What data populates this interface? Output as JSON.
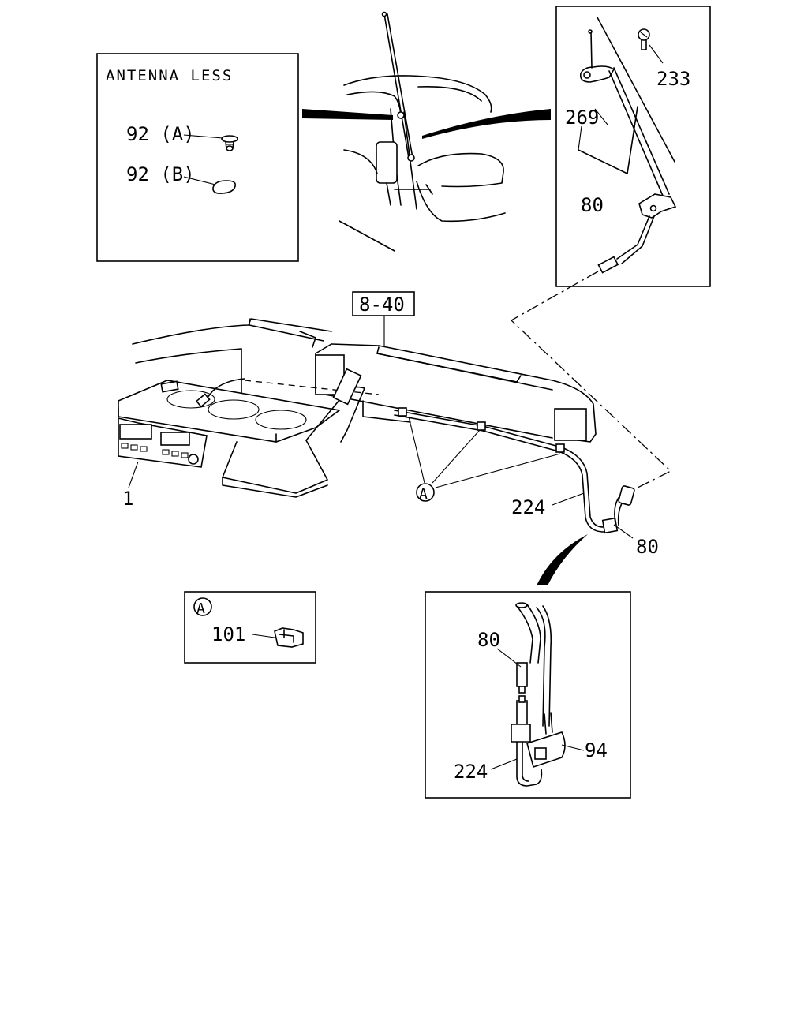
{
  "inset_antenna_less": {
    "title": "ANTENNA LESS",
    "label_a": "92 (A)",
    "label_b": "92 (B)"
  },
  "inset_mount": {
    "label_233": "233",
    "label_269": "269",
    "label_80": "80"
  },
  "main": {
    "ref_box": "8-40",
    "label_1": "1",
    "label_224": "224",
    "label_80": "80",
    "callout_a": "A"
  },
  "inset_clip": {
    "callout_a": "A",
    "label_101": "101"
  },
  "inset_connector": {
    "label_80": "80",
    "label_94": "94",
    "label_224": "224"
  }
}
